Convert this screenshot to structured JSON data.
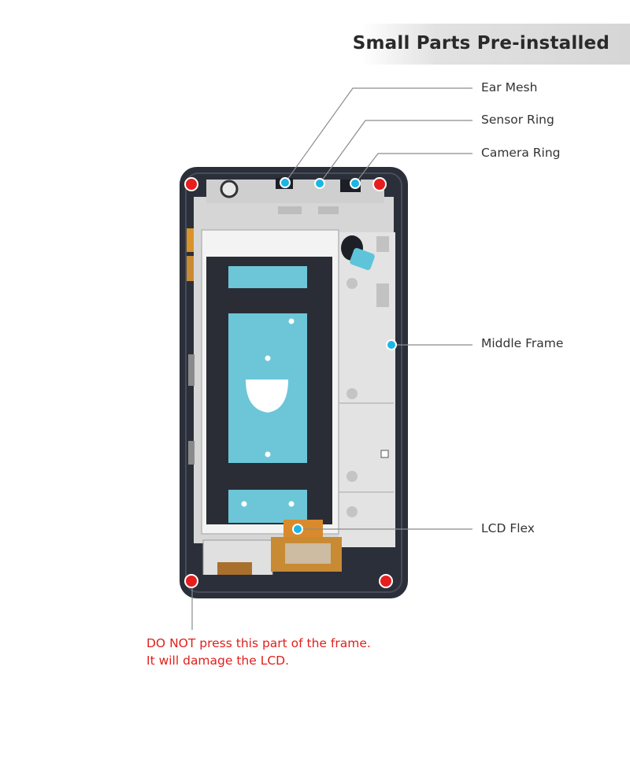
{
  "header": {
    "title": "Small Parts Pre-installed"
  },
  "callouts": {
    "ear_mesh": "Ear Mesh",
    "sensor_ring": "Sensor Ring",
    "camera_ring": "Camera Ring",
    "middle_frame": "Middle Frame",
    "lcd_flex": "LCD Flex"
  },
  "warning": {
    "line1": "DO NOT press this part of the frame.",
    "line2": "It will damage the LCD."
  },
  "colors": {
    "marker_blue": "#1bb6e3",
    "marker_red": "#e61e1e",
    "warning_text": "#e0201b",
    "frame": "#2b2f3a",
    "inner_frame": "#d8d8d8",
    "tape": "#6cc6d8",
    "flex": "#d98a2b"
  }
}
